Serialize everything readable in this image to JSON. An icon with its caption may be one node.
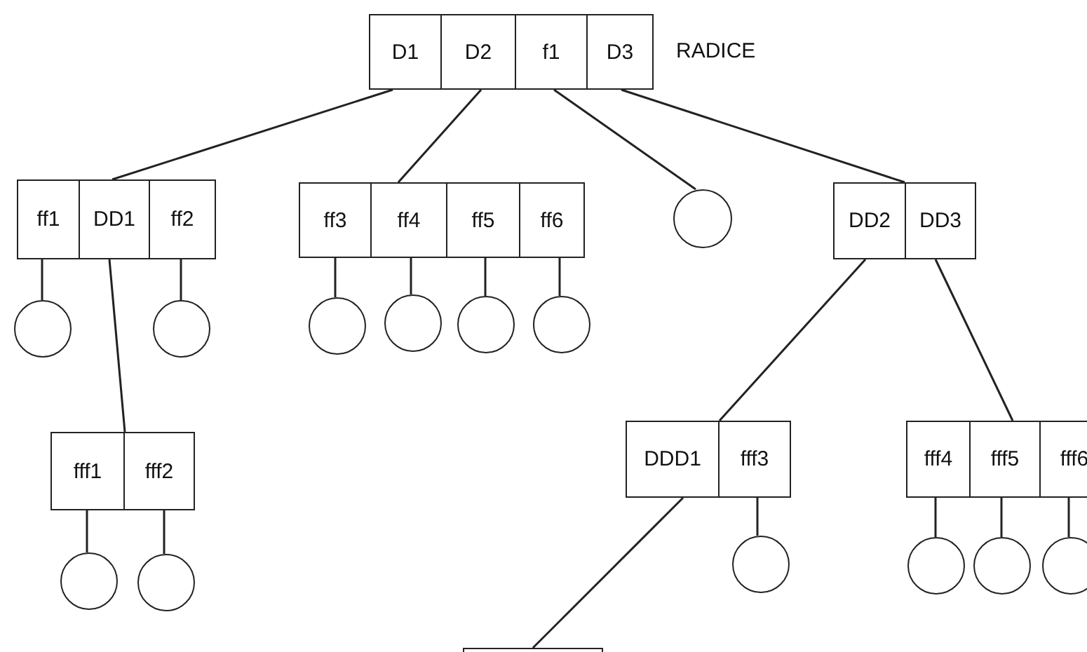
{
  "diagram": {
    "nodes": [
      {
        "text": [
          "D1"
        ]
      },
      {
        "text": [
          "D2"
        ]
      },
      {
        "text": [
          "f1"
        ]
      },
      {
        "text": [
          "D3"
        ],
        "beside": [
          "RADICE"
        ]
      },
      {
        "text": [
          "ff1"
        ]
      },
      {
        "text": [
          "DD1"
        ]
      },
      {
        "text": [
          "ff2"
        ]
      },
      {
        "text": [
          "ff3"
        ]
      },
      {
        "text": [
          "ff4"
        ]
      },
      {
        "text": [
          "ff5"
        ]
      },
      {
        "text": [
          "ff6"
        ]
      },
      {
        "text": [],
        "shape": "circle"
      },
      {
        "text": [
          "DD2"
        ]
      },
      {
        "text": [
          "DD3"
        ]
      },
      {
        "text": [],
        "shape": "circle"
      },
      {
        "text": [],
        "shape": "circle"
      },
      {
        "text": [],
        "shape": "circle"
      },
      {
        "text": [],
        "shape": "circle"
      },
      {
        "text": [],
        "shape": "circle"
      },
      {
        "text": [],
        "shape": "circle"
      },
      {
        "text": [
          "fff1"
        ]
      },
      {
        "text": [
          "fff2"
        ]
      },
      {
        "text": [
          "DDD1"
        ]
      },
      {
        "text": [
          "fff3"
        ]
      },
      {
        "text": [
          "fff4"
        ]
      },
      {
        "text": [
          "fff5"
        ]
      },
      {
        "text": [
          "fff6"
        ]
      },
      {
        "text": [],
        "shape": "circle"
      },
      {
        "text": [],
        "shape": "circle"
      },
      {
        "text": [],
        "shape": "circle"
      },
      {
        "text": [],
        "shape": "circle"
      },
      {
        "text": [],
        "shape": "circle"
      },
      {
        "text": [],
        "shape": "circle"
      },
      {
        "text": [],
        "shape": "box"
      }
    ],
    "edges": [
      {
        "from": 0,
        "to": 5,
        "arrow": "none"
      },
      {
        "from": 1,
        "to": 8,
        "arrow": "none"
      },
      {
        "from": 2,
        "to": 11,
        "arrow": "none"
      },
      {
        "from": 3,
        "to": 12,
        "arrow": "none"
      },
      {
        "from": 4,
        "to": 14,
        "arrow": "none"
      },
      {
        "from": 5,
        "to": 20,
        "arrow": "none"
      },
      {
        "from": 6,
        "to": 15,
        "arrow": "none"
      },
      {
        "from": 7,
        "to": 16,
        "arrow": "none"
      },
      {
        "from": 8,
        "to": 17,
        "arrow": "none"
      },
      {
        "from": 9,
        "to": 18,
        "arrow": "none"
      },
      {
        "from": 10,
        "to": 19,
        "arrow": "none"
      },
      {
        "from": 12,
        "to": 22,
        "arrow": "none"
      },
      {
        "from": 13,
        "to": 25,
        "arrow": "none"
      },
      {
        "from": 20,
        "to": 27,
        "arrow": "none"
      },
      {
        "from": 21,
        "to": 28,
        "arrow": "none"
      },
      {
        "from": 23,
        "to": 29,
        "arrow": "none"
      },
      {
        "from": 24,
        "to": 30,
        "arrow": "none"
      },
      {
        "from": 25,
        "to": 31,
        "arrow": "none"
      },
      {
        "from": 26,
        "to": 32,
        "arrow": "none"
      },
      {
        "from": 22,
        "to": 33,
        "arrow": "none"
      }
    ]
  }
}
